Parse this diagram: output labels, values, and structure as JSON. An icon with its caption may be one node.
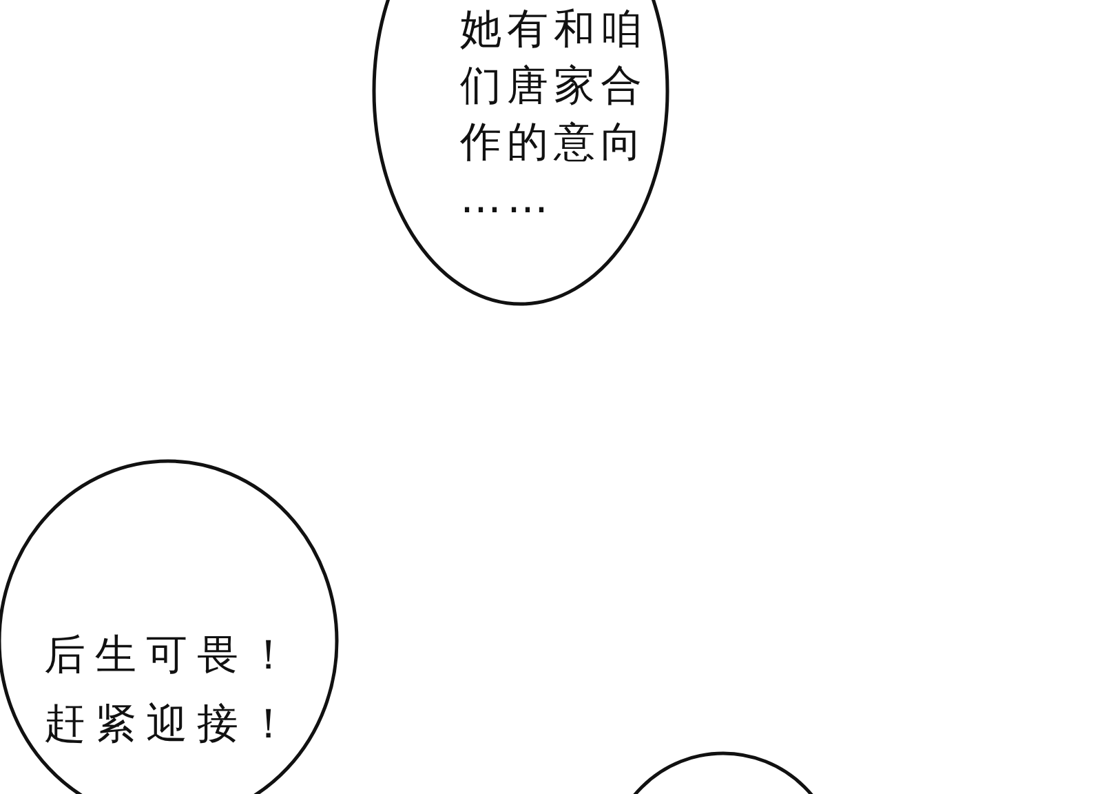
{
  "diagram": {
    "nodes": [
      {
        "text": [
          "她有和咱们唐家合作的意向……"
        ]
      },
      {
        "text": [
          "后生可畏！赶紧迎接！"
        ]
      },
      {
        "text": [],
        "shape": "bubble"
      }
    ]
  }
}
